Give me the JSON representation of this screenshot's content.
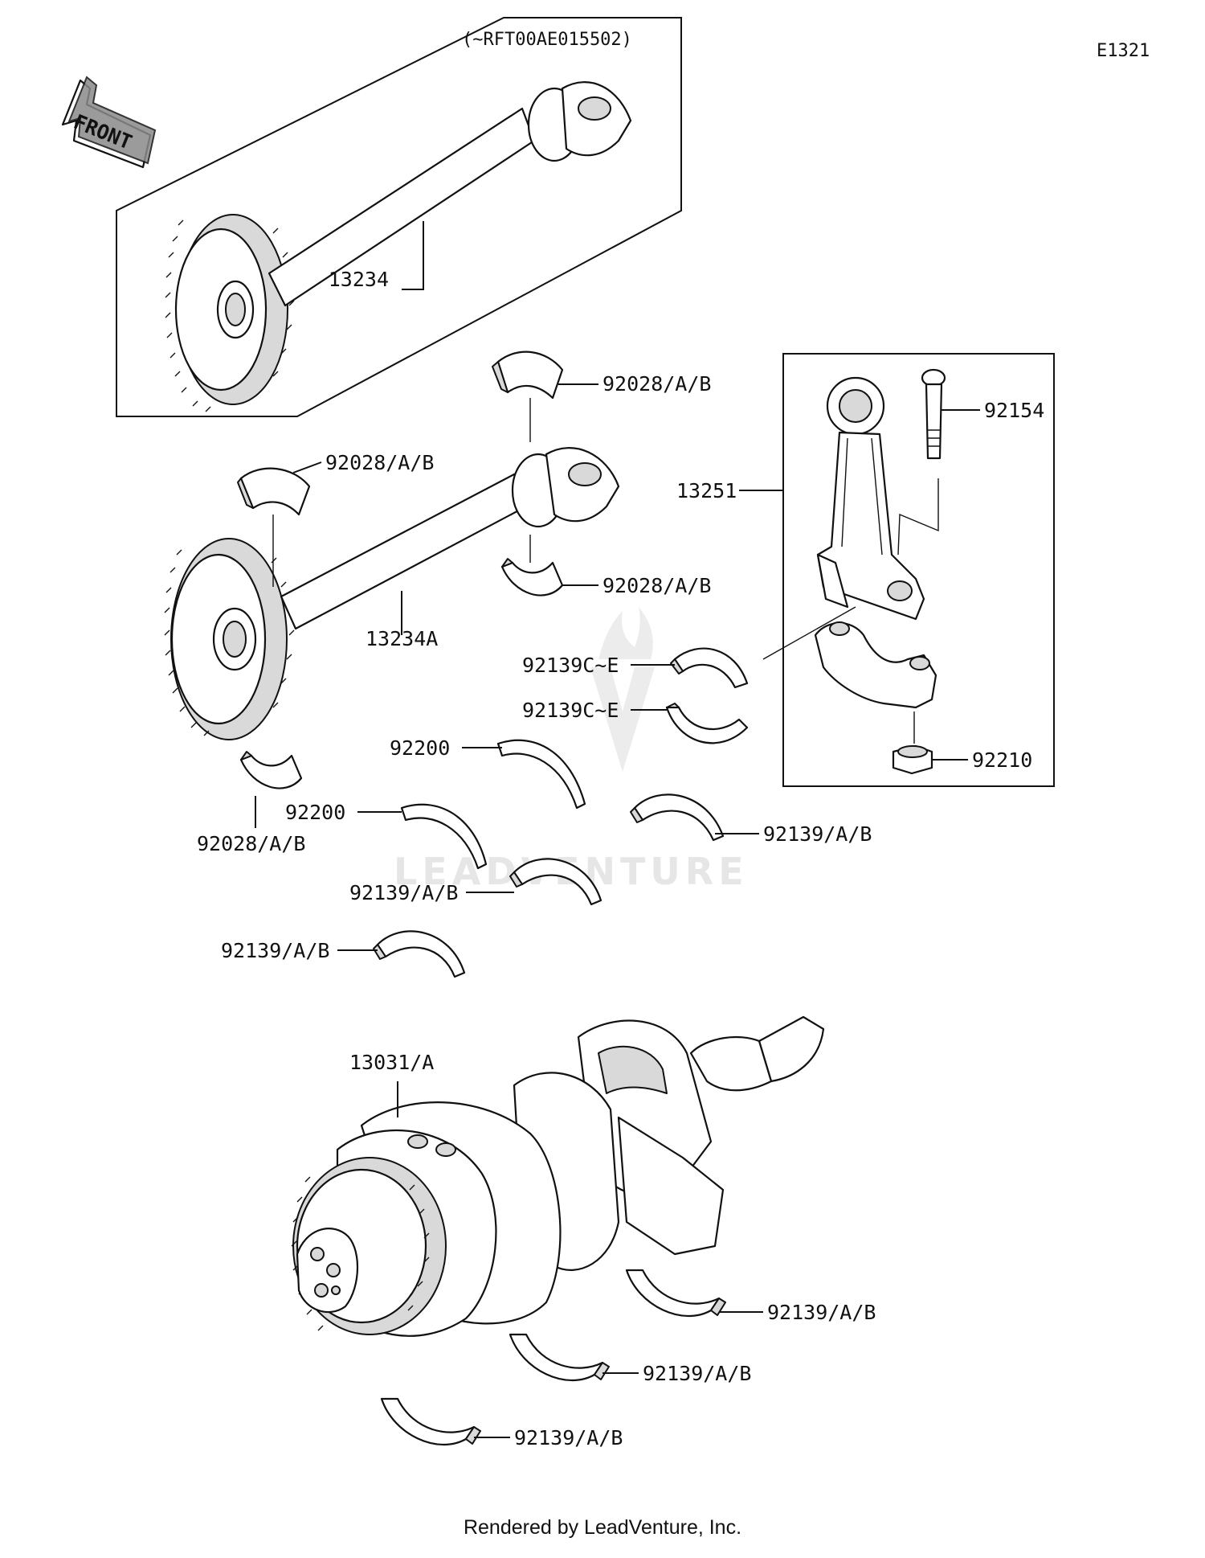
{
  "diagram_code": "E1321",
  "serial_note": "(~RFT00AE015502)",
  "front_arrow_label": "FRONT",
  "watermark": "LEADVENTURE",
  "footer": "Rendered by LeadVenture, Inc.",
  "callouts": {
    "shaft_a": "13234",
    "shaft_b": "13234A",
    "conrod": "13251",
    "conrod_bolt": "92154",
    "conrod_nut": "92210",
    "crankshaft": "13031/A",
    "shaft_bearing_top": "92028/A/B",
    "shaft_bearing_left": "92028/A/B",
    "shaft_bearing_right_lower": "92028/A/B",
    "shaft_bearing_lower_left": "92028/A/B",
    "conrod_bearing_upper": "92139C~E",
    "conrod_bearing_lower": "92139C~E",
    "thrust_washer_right": "92200",
    "thrust_washer_left": "92200",
    "main_bearing_1": "92139/A/B",
    "main_bearing_2": "92139/A/B",
    "main_bearing_3": "92139/A/B",
    "main_bearing_4": "92139/A/B",
    "main_bearing_5": "92139/A/B",
    "main_bearing_6": "92139/A/B"
  }
}
